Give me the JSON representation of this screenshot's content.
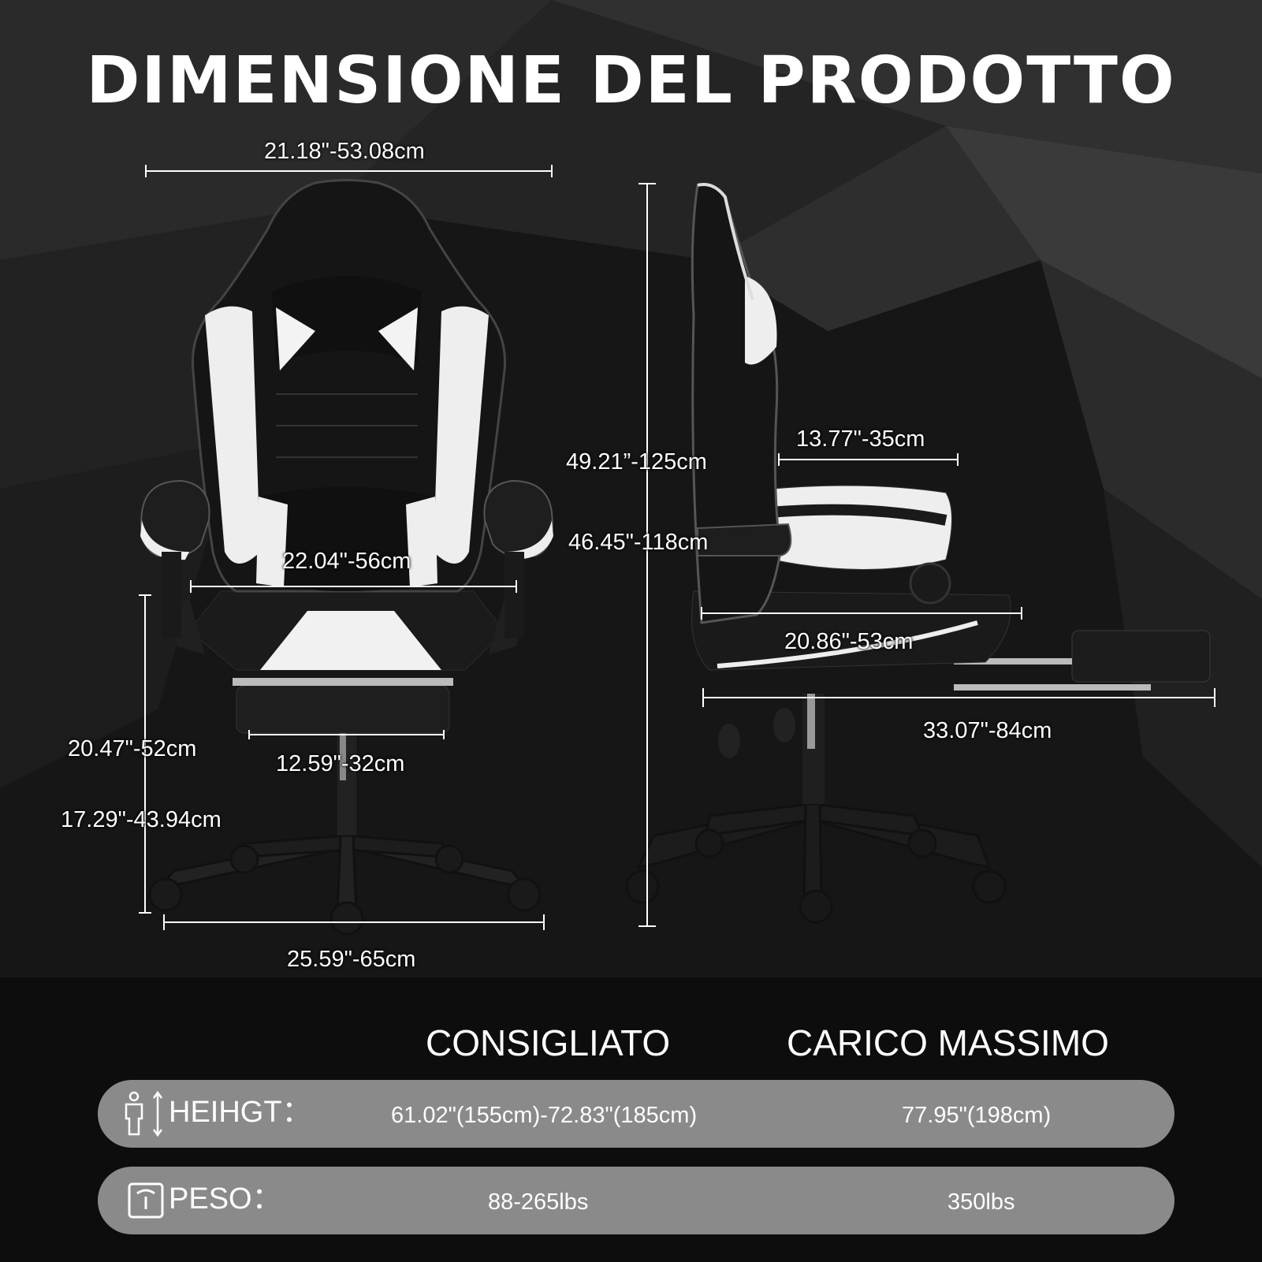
{
  "title": "DIMENSIONE DEL PRODOTTO",
  "dimensions": {
    "seat_back_width": "21.18\"-53.08cm",
    "total_height": "49.21”-125cm",
    "seat_depth": "13.77\"-35cm",
    "min_height": "46.45\"-118cm",
    "armrest_width": "22.04\"-56cm",
    "side_depth": "20.86\"-53cm",
    "footrest_depth": "33.07\"-84cm",
    "seat_height_max": "20.47\"-52cm",
    "seat_height_min": "17.29\"-43.94cm",
    "footrest_width": "12.59\"-32cm",
    "base_width": "25.59\"-65cm"
  },
  "columns": {
    "recommended": "CONSIGLIATO",
    "max_load": "CARICO MASSIMO"
  },
  "specs": [
    {
      "label": "HEIHGT：",
      "recommended": "61.02\"(155cm)-72.83\"(185cm)",
      "max": "77.95\"(198cm)",
      "icon": "person-height-icon"
    },
    {
      "label": "PESO：",
      "recommended": "88-265lbs",
      "max": "350lbs",
      "icon": "scale-icon"
    }
  ],
  "colors": {
    "background": "#161616",
    "row": "#8a8a8a",
    "text": "#ffffff"
  }
}
